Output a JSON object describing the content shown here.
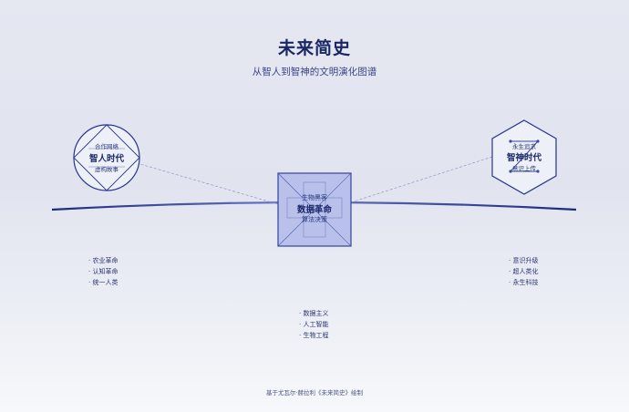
{
  "title": "未来简史",
  "subtitle": "从智人到智神的文明演化图谱",
  "left_node": {
    "top_label": "合作网络",
    "main_label": "智人时代",
    "bottom_label": "虚构故事",
    "items": [
      "农业革命",
      "认知革命",
      "统一人类"
    ]
  },
  "center_node": {
    "top_label": "生物黑客",
    "main_label": "数据革命",
    "bottom_label": "算法决策",
    "items": [
      "数据主义",
      "人工智能",
      "生物工程"
    ]
  },
  "right_node": {
    "top_label": "永生追求",
    "main_label": "智神时代",
    "bottom_label": "意识上传",
    "items": [
      "意识升级",
      "超人类化",
      "永生科技"
    ]
  },
  "footer": "基于尤瓦尔·赫拉利《未来简史》绘制",
  "colors": {
    "primary": "#1a2766",
    "line": "#223591",
    "box_fill": "#b6bde9",
    "box_stroke": "#3b4aa8"
  }
}
